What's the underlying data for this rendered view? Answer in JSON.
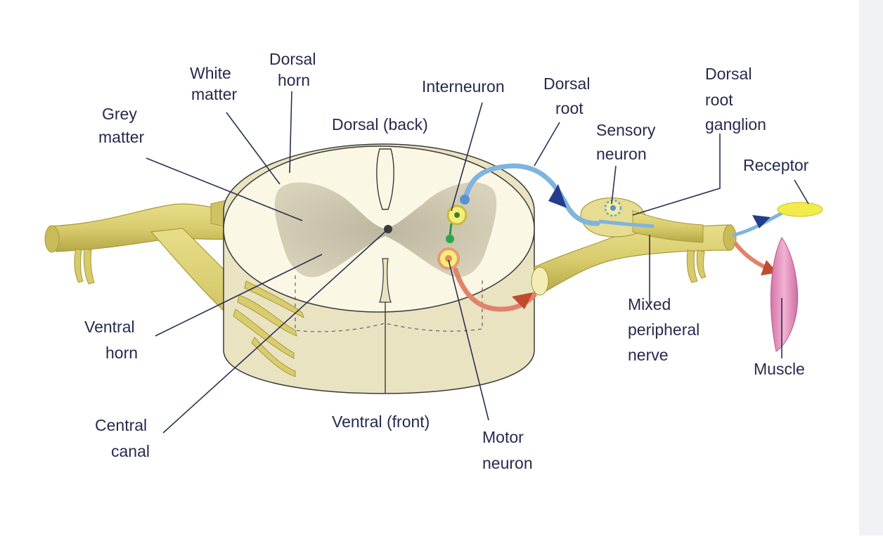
{
  "diagram": {
    "labels": {
      "dorsal_horn": [
        "Dorsal",
        "horn"
      ],
      "white_matter": [
        "White",
        "matter"
      ],
      "grey_matter": [
        "Grey",
        "matter"
      ],
      "interneuron": "Interneuron",
      "dorsal_root": [
        "Dorsal",
        "root"
      ],
      "dorsal_back": "Dorsal (back)",
      "sensory_neuron": [
        "Sensory",
        "neuron"
      ],
      "dorsal_root_ganglion": [
        "Dorsal",
        "root",
        "ganglion"
      ],
      "receptor": "Receptor",
      "ventral_horn": [
        "Ventral",
        "horn"
      ],
      "mixed_peripheral_nerve": [
        "Mixed",
        "peripheral",
        "nerve"
      ],
      "muscle": "Muscle",
      "central_canal": [
        "Central",
        "canal"
      ],
      "ventral_front": "Ventral (front)",
      "motor_neuron": [
        "Motor",
        "neuron"
      ]
    },
    "colors": {
      "cord_outer": "#eae5c6",
      "cord_top": "#fbf7e6",
      "grey_matter": "#cfc9b0",
      "nerve": "#d8cc6e",
      "nerve_shade": "#b9ab45",
      "sensory_path": "#7fb3e0",
      "sensory_arrow": "#233d8a",
      "motor_path": "#e0836c",
      "muscle": "#e79ac2",
      "receptor": "#f2ec4a",
      "label": "#262a4e"
    }
  }
}
